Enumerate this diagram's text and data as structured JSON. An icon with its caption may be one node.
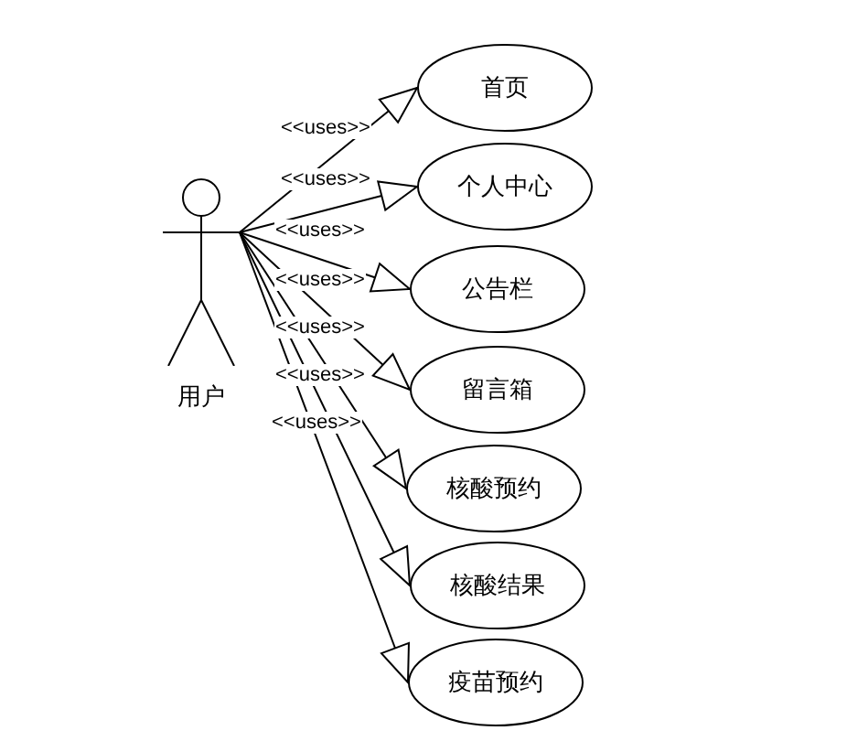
{
  "diagram": {
    "nodes": [
      {
        "text": [
          "用户"
        ]
      },
      {
        "text": [
          "首页"
        ]
      },
      {
        "text": [
          "个人中心"
        ]
      },
      {
        "text": [
          "公告栏"
        ]
      },
      {
        "text": [
          "留言箱"
        ]
      },
      {
        "text": [
          "核酸预约"
        ]
      },
      {
        "text": [
          "核酸结果"
        ]
      },
      {
        "text": [
          "疫苗预约"
        ]
      }
    ],
    "edges": [
      {
        "from": 0,
        "to": 1,
        "arrow": "to",
        "label": "<<uses>>"
      },
      {
        "from": 0,
        "to": 2,
        "arrow": "to",
        "label": "<<uses>>"
      },
      {
        "from": 0,
        "to": 3,
        "arrow": "to",
        "label": "<<uses>>"
      },
      {
        "from": 0,
        "to": 4,
        "arrow": "to",
        "label": "<<uses>>"
      },
      {
        "from": 0,
        "to": 5,
        "arrow": "to",
        "label": "<<uses>>"
      },
      {
        "from": 0,
        "to": 6,
        "arrow": "to",
        "label": "<<uses>>"
      },
      {
        "from": 0,
        "to": 7,
        "arrow": "to",
        "label": "<<uses>>"
      }
    ]
  }
}
